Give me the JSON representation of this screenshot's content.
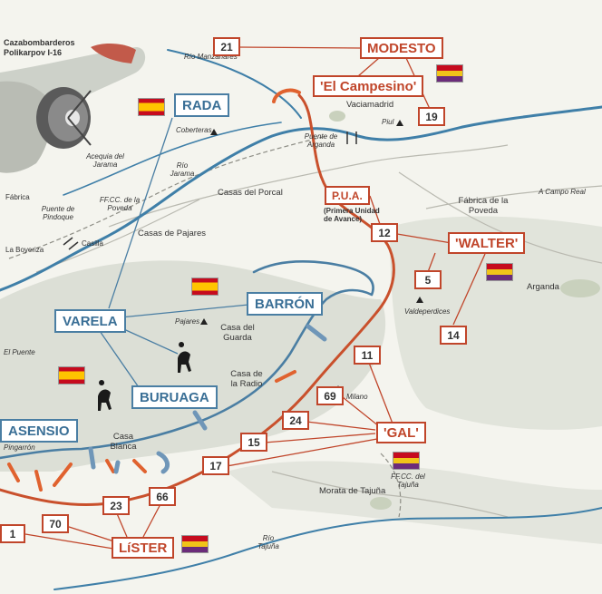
{
  "aircraft": {
    "line1": "Cazabombarderos",
    "line2": "Polikarpov I-16"
  },
  "republican_units": {
    "modesto": "MODESTO",
    "campesino": "'El Campesino'",
    "pua": "P.U.A.",
    "pua_note": "(Primera Unidad de Avance)",
    "walter": "'WALTER'",
    "gal": "'GAL'",
    "lister": "LíSTER"
  },
  "brigades": {
    "b21": "21",
    "b19": "19",
    "b12": "12",
    "b5": "5",
    "b14": "14",
    "b11": "11",
    "b69": "69",
    "b24": "24",
    "b15": "15",
    "b17": "17",
    "b23": "23",
    "b66": "66",
    "b70": "70",
    "b1": "1"
  },
  "nationalist_units": {
    "rada": "RADA",
    "barron": "BARRÓN",
    "varela": "VARELA",
    "buruaga": "BURUAGA",
    "asensio": "ASENSIO"
  },
  "places": {
    "rio_manzanares": "Río Manzanares",
    "vaciamadrid": "Vaciamadrid",
    "piul": "Piul",
    "coberteras": "Coberteras",
    "puente_arganda": "Puente de Arganda",
    "acequia_jarama": "Acequia del Jarama",
    "rio_jarama": "Río Jarama",
    "fabrica": "Fábrica",
    "casas_porcal": "Casas del Porcal",
    "ffcc_poveda": "FF.CC. de la Poveda",
    "puente_pindoque": "Puente de Pindoque",
    "casas_pajares": "Casas de Pajares",
    "casilla": "Casilla",
    "la_boyeriza": "La Boyeriza",
    "fabrica_poveda": "Fábrica de la Poveda",
    "a_campo_real": "A Campo Real",
    "arganda": "Arganda",
    "valdeperdices": "Valdeperdices",
    "pajares": "Pajares",
    "casa_guarda": "Casa del Guarda",
    "el_puente": "El Puente",
    "casa_radio": "Casa de la Radio",
    "milano": "Milano",
    "casa_blanca": "Casa Blanca",
    "pingarron": "Pingarrón",
    "ffcc_tajuna": "FF.CC. del Tajuña",
    "morata": "Morata de Tajuña",
    "rio_tajuna": "Río Tajuña"
  },
  "colors": {
    "republican": "#c0452a",
    "nationalist": "#4a7ea3",
    "river": "#3f7fa8",
    "front_line": "#c9502c",
    "hills": "#dcdfd6"
  },
  "flags": {
    "nationalist": [
      "flag-rada",
      "flag-central",
      "flag-varela"
    ],
    "republican": [
      "flag-modesto",
      "flag-walter",
      "flag-gal",
      "flag-lister"
    ]
  }
}
